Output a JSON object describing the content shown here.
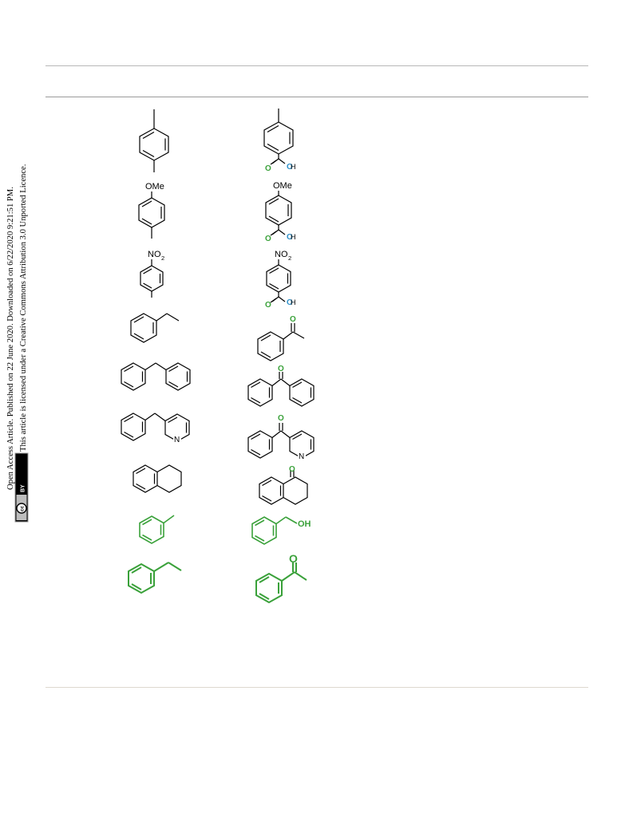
{
  "sidebar": {
    "line1": "Open Access Article. Published on 22 June 2020. Downloaded on 6/22/2020 9:21:51 PM.",
    "line2": "This article is licensed under a Creative Commons Attribution 3.0 Unported Licence.",
    "cc_badge_text": "cc",
    "by_badge_text": "BY"
  },
  "substituents": {
    "ome": "OMe",
    "no2_main": "NO",
    "no2_sub": "2",
    "oxygen": "O",
    "hydroxyl": "OH",
    "nitrogen": "N"
  },
  "colors": {
    "highlight": "#3aa13a",
    "carbonyl_oxygen": "#3aa13a",
    "hydroxyl_oxygen": "#2b8fc9",
    "rule": "#9a9a9a",
    "rule_bottom": "#ddd8cf"
  }
}
